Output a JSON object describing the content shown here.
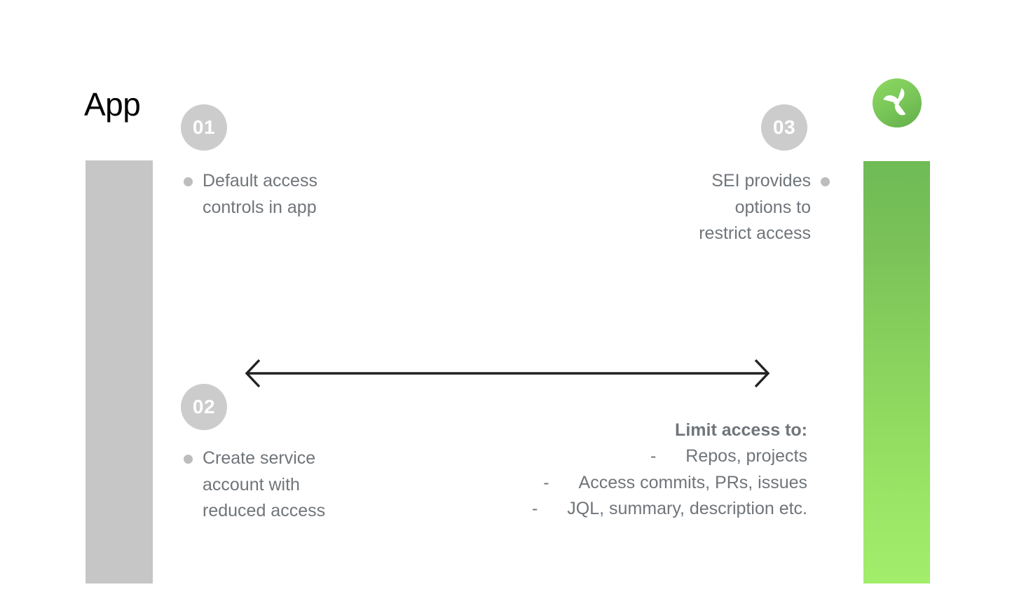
{
  "slide": {
    "title": "App",
    "logo_icon": "propeller-logo-icon",
    "accent_green_top": "#6FBB55",
    "accent_green_bottom": "#A2EE6B",
    "bar_gray": "#C6C6C6",
    "badge_color": "#CCCCCC",
    "text_color": "#70757A"
  },
  "steps": [
    {
      "number": "01",
      "text": "Default access\ncontrols in app",
      "align": "left"
    },
    {
      "number": "02",
      "text": "Create service\naccount with\nreduced access",
      "align": "left"
    },
    {
      "number": "03",
      "text": "SEI provides\noptions to\nrestrict access",
      "align": "right"
    }
  ],
  "arrow": {
    "name": "double-headed-arrow",
    "direction": "bidirectional",
    "color": "#222222"
  },
  "limit_access": {
    "heading": "Limit access to:",
    "dash": "-",
    "items": [
      "Repos, projects",
      "Access commits, PRs, issues",
      "JQL, summary, description etc."
    ]
  }
}
